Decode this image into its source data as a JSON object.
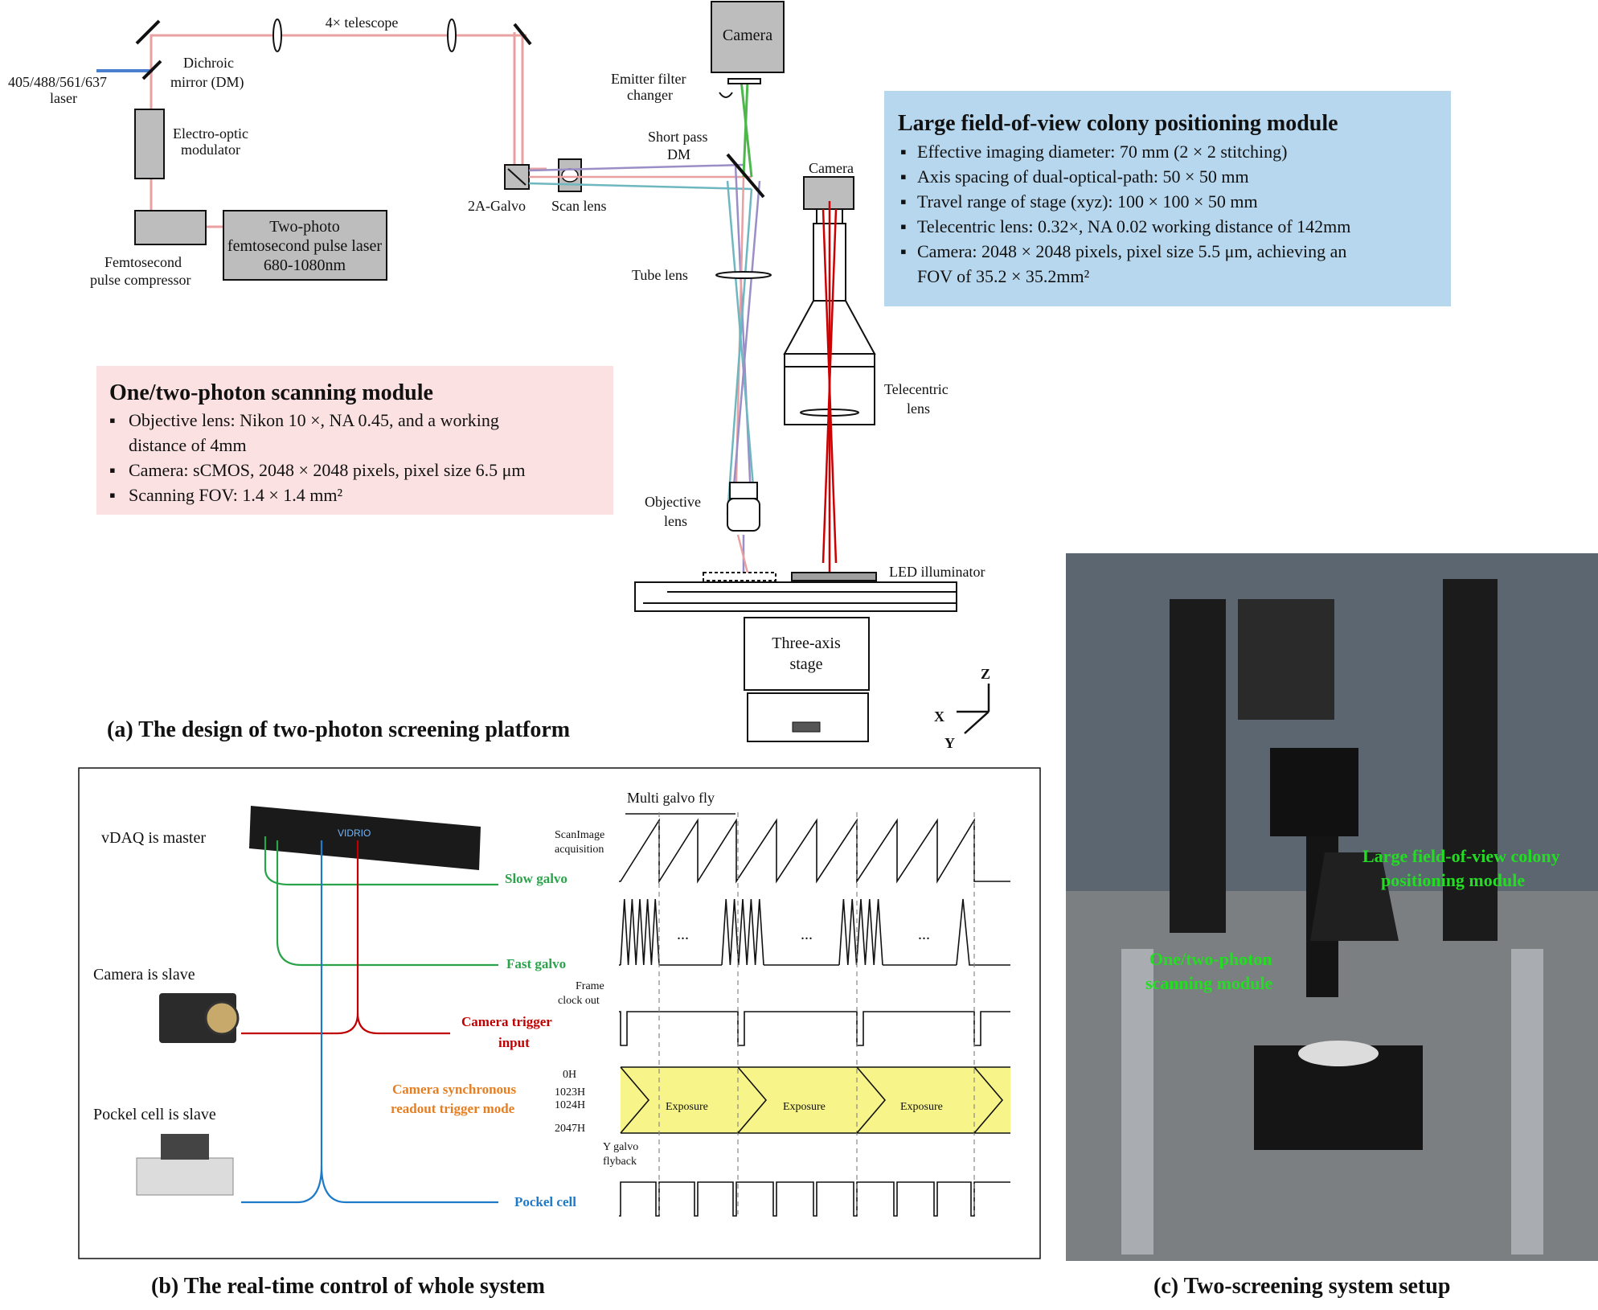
{
  "panel_a": {
    "caption": "(a) The design of  two-photon screening platform",
    "labels": {
      "laser_in": "405/488/561/637",
      "laser_in2": "laser",
      "dichroic1": "Dichroic",
      "dichroic2": "mirror (DM)",
      "telescope": "4× telescope",
      "eom1": "Electro-optic",
      "eom2": "modulator",
      "comp1": "Femtosecond",
      "comp2": "pulse compressor",
      "laser2a": "Two-photo",
      "laser2b": "femtosecond pulse laser",
      "laser2c": "680-1080nm",
      "galvo": "2A-Galvo",
      "scanlens": "Scan lens",
      "sp1": "Short pass",
      "sp2": "DM",
      "camera_top": "Camera",
      "emitter1": "Emitter filter",
      "emitter2": "changer",
      "tube": "Tube lens",
      "obj1": "Objective",
      "obj2": "lens",
      "camera_right": "Camera",
      "tele1": "Telecentric",
      "tele2": "lens",
      "led": "LED illuminator",
      "stage1": "Three-axis",
      "stage2": "stage",
      "ax_z": "Z",
      "ax_x": "X",
      "ax_y": "Y"
    },
    "box_large": {
      "title": "Large field-of-view colony positioning module",
      "items": [
        "Effective imaging diameter: 70 mm (2 × 2 stitching)",
        "Axis spacing of dual-optical-path: 50 × 50 mm",
        "Travel range of stage (xyz): 100 × 100 × 50 mm",
        "Telecentric lens: 0.32×, NA 0.02 working distance of 142mm",
        "Camera: 2048 × 2048 pixels, pixel size 5.5 μm, achieving an",
        "FOV of 35.2 × 35.2mm²"
      ]
    },
    "box_scan": {
      "title": "One/two-photon scanning module",
      "items": [
        "Objective lens: Nikon 10 ×, NA 0.45, and a working",
        "distance of 4mm",
        "Camera: sCMOS, 2048 × 2048 pixels, pixel size 6.5 μm",
        "Scanning FOV: 1.4 × 1.4 mm²"
      ]
    },
    "colors": {
      "beam_pink": "#e8a0a0",
      "beam_green": "#4cb84c",
      "beam_red": "#cc0000",
      "beam_purple": "#9b8ec6",
      "beam_teal": "#6fb7c0",
      "box_blue": "#b7d7ee",
      "box_pink": "#fbe1e1"
    }
  },
  "panel_b": {
    "caption": "(b) The real-time control of whole system",
    "devices": {
      "vdaq": "vDAQ is master",
      "camera": "Camera is slave",
      "pockel": "Pockel cell is slave",
      "vidrio": "VIDRIO"
    },
    "signals": {
      "slow": "Slow galvo",
      "fast": "Fast galvo",
      "cam1": "Camera trigger",
      "cam2": "input",
      "sync1": "Camera synchronous",
      "sync2": "readout trigger mode",
      "pockel": "Pockel cell"
    },
    "annotations": {
      "multi": "Multi galvo fly",
      "scanimage1": "ScanImage",
      "scanimage2": "acquisition",
      "frame1": "Frame",
      "frame2": "clock out",
      "ygalvo1": "Y galvo",
      "ygalvo2": "flyback",
      "dots": "...",
      "exposure": "Exposure",
      "row0": "0H",
      "row1023": "1023H",
      "row1024": "1024H",
      "row2047": "2047H"
    },
    "colors": {
      "green": "#2aa44a",
      "red": "#c00000",
      "blue": "#1e7ac8",
      "orange": "#e67e22",
      "yellow": "#f7f58a"
    }
  },
  "panel_c": {
    "caption": "(c) Two-screening system setup",
    "label_large1": "Large field-of-view colony",
    "label_large2": "positioning module",
    "label_scan1": "One/two-photon",
    "label_scan2": "scanning module"
  }
}
